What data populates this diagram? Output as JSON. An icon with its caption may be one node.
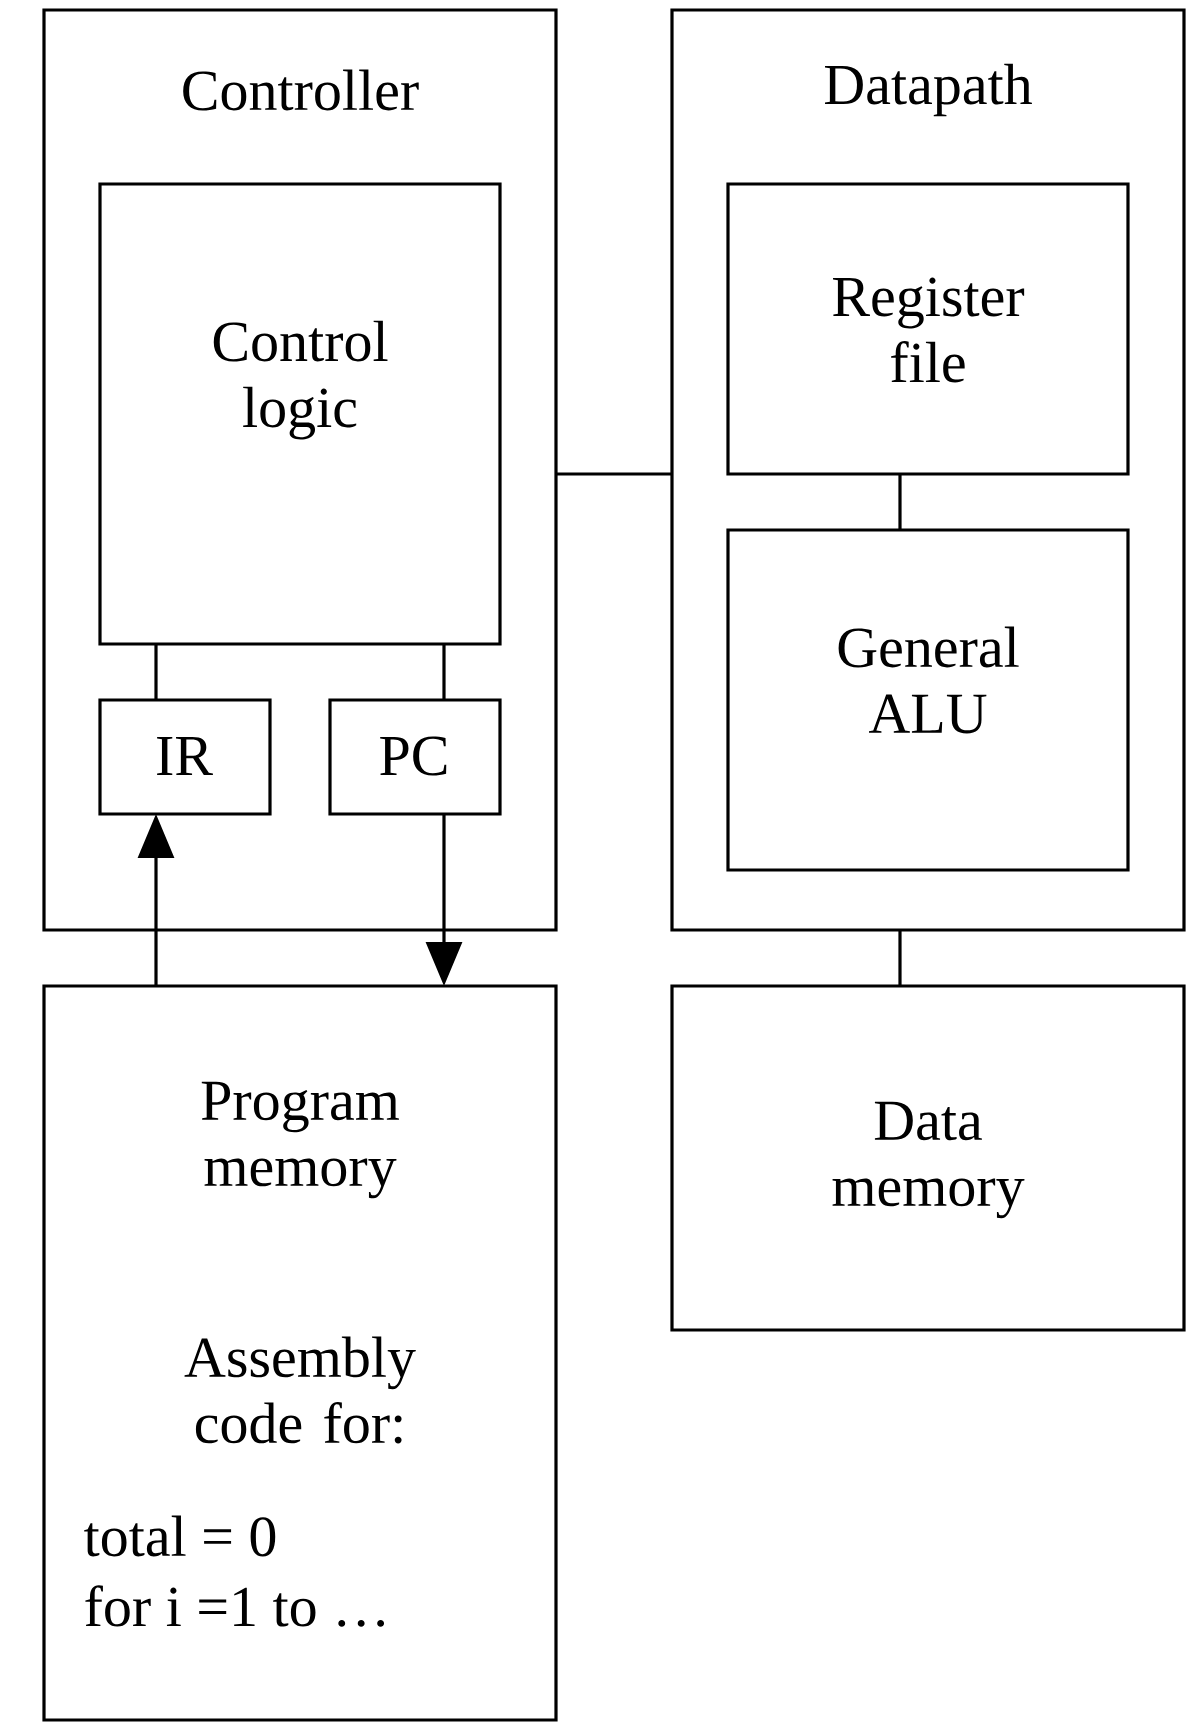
{
  "diagram": {
    "nodes": [
      {
        "text": [
          "Controller"
        ]
      },
      {
        "text": [
          "Control logic"
        ],
        "in": 0
      },
      {
        "text": [
          "IR"
        ],
        "in": 0
      },
      {
        "text": [
          "PC"
        ],
        "in": 0
      },
      {
        "text": [
          "Datapath"
        ]
      },
      {
        "text": [
          "Register file"
        ],
        "in": 4
      },
      {
        "text": [
          "General ALU"
        ],
        "in": 4
      },
      {
        "text": [
          "Program memory",
          "Assembly code for:",
          "total = 0",
          "for i =1 to …"
        ]
      },
      {
        "text": [
          "Data memory"
        ]
      }
    ],
    "edges": [
      {
        "from": 1,
        "to": 2,
        "arrow": "none"
      },
      {
        "from": 1,
        "to": 3,
        "arrow": "none"
      },
      {
        "from": 0,
        "to": 4,
        "arrow": "none"
      },
      {
        "from": 5,
        "to": 6,
        "arrow": "none"
      },
      {
        "from": 4,
        "to": 8,
        "arrow": "none"
      },
      {
        "from": 7,
        "to": 2,
        "arrow": "to"
      },
      {
        "from": 3,
        "to": 7,
        "arrow": "to"
      }
    ]
  }
}
